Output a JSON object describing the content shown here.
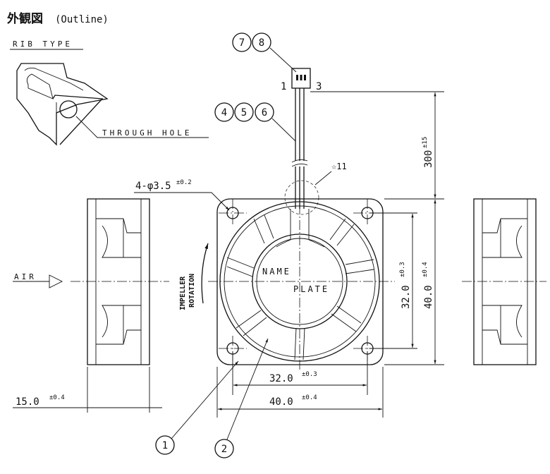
{
  "title": {
    "jp": "外観図",
    "en": "(Outline)"
  },
  "rib_type": {
    "label": "RIB TYPE",
    "through_hole": "THROUGH HOLE"
  },
  "hole_spec": {
    "value": "4-φ3.5",
    "tol": "±0.2"
  },
  "cable_length": {
    "value": "300",
    "tol": "±15"
  },
  "connector_pins": {
    "left": "1",
    "right": "3"
  },
  "callouts": [
    "1",
    "2",
    "4",
    "5",
    "6",
    "7",
    "8"
  ],
  "star_note": "☆11",
  "air_label": "AIR",
  "rotation_label": [
    "IMPELLER",
    "ROTATION"
  ],
  "nameplate": [
    "NAME",
    "PLATE"
  ],
  "dims": {
    "pitch_h": {
      "value": "32.0",
      "tol": "±0.3"
    },
    "width_h": {
      "value": "40.0",
      "tol": "±0.4"
    },
    "pitch_v": {
      "value": "32.0",
      "tol": "±0.3"
    },
    "width_v": {
      "value": "40.0",
      "tol": "±0.4"
    },
    "depth": {
      "value": "15.0",
      "tol": "±0.4"
    }
  }
}
